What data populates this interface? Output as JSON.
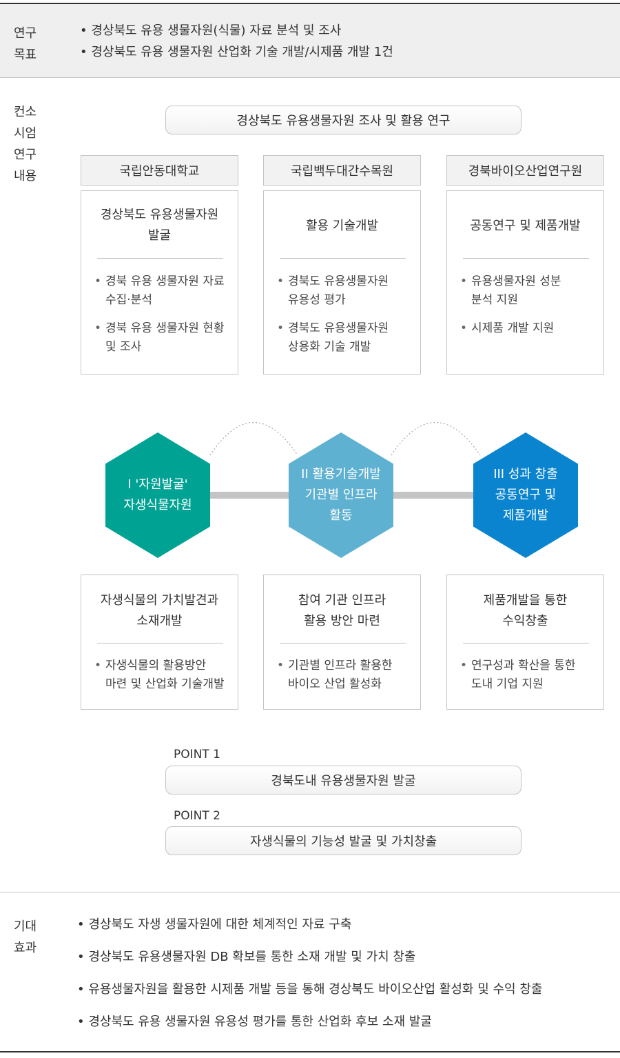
{
  "goal": {
    "label_line1": "연구",
    "label_line2": "목표",
    "items": [
      "• 경상북도 유용 생물자원(식물) 자료 분석 및 조사",
      "• 경상북도 유용 생물자원 산업화 기술 개발/시제품 개발 1건"
    ]
  },
  "consortium": {
    "label_lines": [
      "컨소",
      "시엄",
      "연구",
      "내용"
    ],
    "main_title": "경상북도 유용생물자원 조사 및 활용 연구",
    "orgs": [
      {
        "name": "국립안동대학교",
        "title_lines": [
          "경상북도 유용생물자원",
          "발굴"
        ],
        "items": [
          [
            "경북 유용 생물자원 자료",
            "수집·분석"
          ],
          [
            "경북 유용 생물자원 현황",
            "및 조사"
          ]
        ]
      },
      {
        "name": "국립백두대간수목원",
        "title_lines": [
          "활용 기술개발"
        ],
        "items": [
          [
            "경북도 유용생물자원",
            "유용성 평가"
          ],
          [
            "경북도 유용생물자원",
            "상용화 기술 개발"
          ]
        ]
      },
      {
        "name": "경북바이오산업연구원",
        "title_lines": [
          "공동연구 및 제품개발"
        ],
        "items": [
          [
            "유용생물자원 성분",
            "분석 지원"
          ],
          [
            "시제품 개발 지원"
          ]
        ]
      }
    ]
  },
  "stages": [
    {
      "lines": [
        "I '자원발굴'",
        "자생식물자원"
      ],
      "color": "#00a294"
    },
    {
      "lines": [
        "II 활용기술개발",
        "기관별 인프라",
        "활동"
      ],
      "color": "#5fb1d1"
    },
    {
      "lines": [
        "III 성과 창출",
        "공동연구 및",
        "제품개발"
      ],
      "color": "#0a84cf"
    }
  ],
  "outcomes": [
    {
      "title_lines": [
        "자생식물의 가치발견과",
        "소재개발"
      ],
      "items": [
        [
          "자생식물의 활용방안",
          "마련 및 산업화 기술개발"
        ]
      ]
    },
    {
      "title_lines": [
        "참여 기관 인프라",
        "활용 방안 마련"
      ],
      "items": [
        [
          "기관별 인프라 활용한",
          "바이오 산업 활성화"
        ]
      ]
    },
    {
      "title_lines": [
        "제품개발을 통한",
        "수익창출"
      ],
      "items": [
        [
          "연구성과 확산을 통한",
          "도내 기업 지원"
        ]
      ]
    }
  ],
  "points": [
    {
      "label": "POINT 1",
      "text": "경북도내 유용생물자원 발굴"
    },
    {
      "label": "POINT 2",
      "text": "자생식물의 기능성 발굴 및 가치창출"
    }
  ],
  "effects": {
    "label_line1": "기대",
    "label_line2": "효과",
    "items": [
      "• 경상북도 자생 생물자원에 대한 체계적인 자료 구축",
      "• 경상북도 유용생물자원 DB 확보를 통한 소재 개발 및 가치 창출",
      "• 유용생물자원을 활용한 시제품 개발 등을 통해 경상북도 바이오산업 활성화 및 수익 창출",
      "• 경상북도 유용 생물자원 유용성 평가를 통한 산업화 후보 소재 발굴"
    ]
  }
}
